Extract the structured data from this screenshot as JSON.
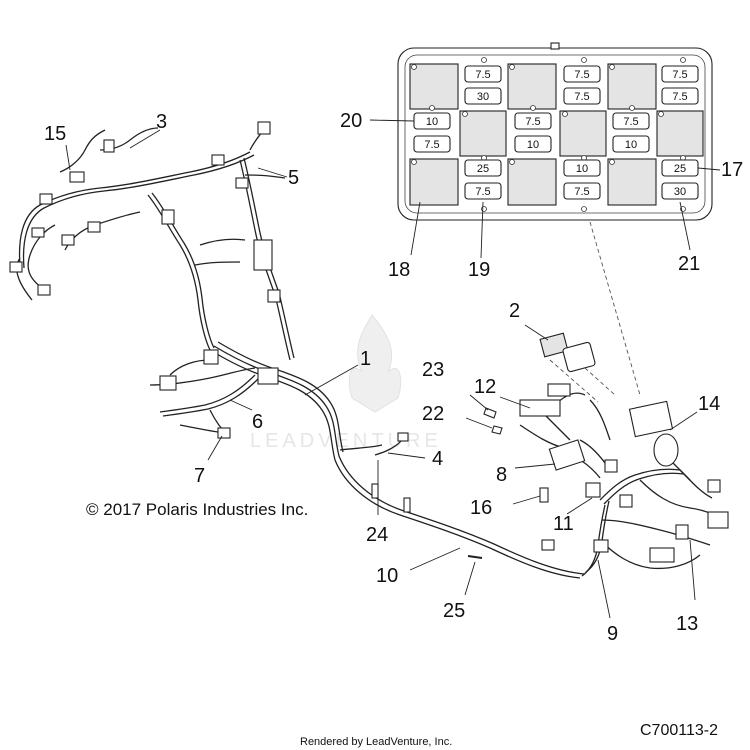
{
  "callouts": {
    "c1": "1",
    "c2": "2",
    "c3": "3",
    "c4": "4",
    "c5": "5",
    "c6": "6",
    "c7": "7",
    "c8": "8",
    "c9": "9",
    "c10": "10",
    "c11": "11",
    "c12": "12",
    "c13": "13",
    "c14": "14",
    "c15": "15",
    "c16": "16",
    "c17": "17",
    "c18": "18",
    "c19": "19",
    "c20": "20",
    "c21": "21",
    "c22": "22",
    "c23": "23",
    "c24": "24",
    "c25": "25"
  },
  "fuse_box": {
    "fuses": {
      "f1": "7.5",
      "f2": "30",
      "f3": "7.5",
      "f4": "7.5",
      "f5": "7.5",
      "f6": "7.5",
      "f7": "10",
      "f8": "7.5",
      "f9": "7.5",
      "f10": "10",
      "f11": "7.5",
      "f12": "10",
      "f13": "25",
      "f14": "7.5",
      "f15": "10",
      "f16": "7.5",
      "f17": "25",
      "f18": "30"
    }
  },
  "watermark": "LEADVENTURE",
  "copyright": "© 2017 Polaris Industries Inc.",
  "figure_code": "C700113-2",
  "render_credit": "Rendered by LeadVenture, Inc.",
  "colors": {
    "ink": "#222222",
    "relay_fill": "#e4e4e4",
    "watermark": "#e6e6e6",
    "background": "#ffffff"
  }
}
